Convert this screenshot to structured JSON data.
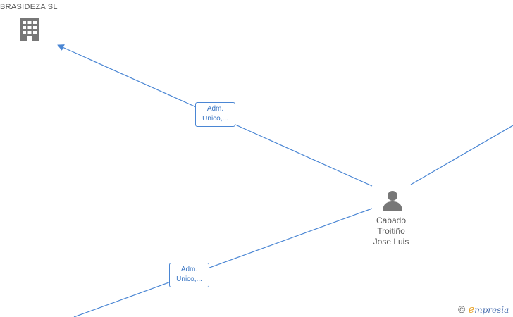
{
  "company": {
    "name": "BRASIDEZA  SL",
    "icon": "building-icon"
  },
  "person": {
    "name_lines": [
      "Cabado",
      "Troitiño",
      "Jose Luis"
    ],
    "icon": "person-icon"
  },
  "edges": [
    {
      "label_lines": [
        "Adm.",
        "Unico,..."
      ]
    },
    {
      "label_lines": [
        "Adm.",
        "Unico,..."
      ]
    }
  ],
  "brand": {
    "copyright_symbol": "©",
    "initial": "e",
    "rest": "mpresia"
  },
  "colors": {
    "edge": "#4a86d4",
    "node_icon": "#777777",
    "label_text": "#3a76c4"
  }
}
